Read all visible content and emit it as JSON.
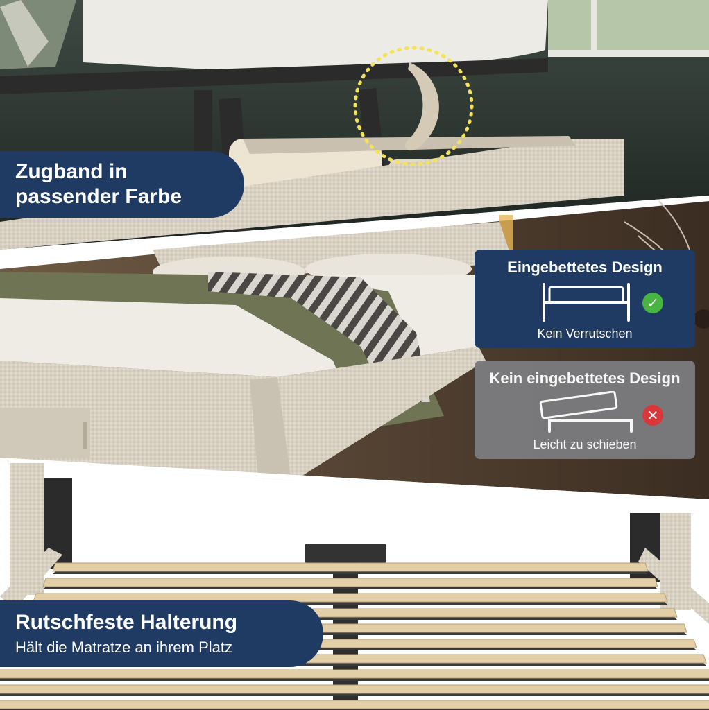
{
  "labels": {
    "drawstring": {
      "line1": "Zugband in",
      "line2": "passender Farbe"
    },
    "antislip": {
      "title": "Rutschfeste Halterung",
      "subtitle": "Hält die Matratze an ihrem Platz"
    }
  },
  "comparison": {
    "embedded": {
      "heading": "Eingebettetes Design",
      "caption": "Kein Verrutschen",
      "status_icon": "check-icon",
      "status_glyph": "✓",
      "status_color": "#48b543"
    },
    "not_embedded": {
      "heading": "Kein eingebettetes Design",
      "caption": "Leicht zu schieben",
      "status_icon": "cross-icon",
      "status_glyph": "✕",
      "status_color": "#e0393c"
    }
  },
  "colors": {
    "label_navy": "#1f3a63",
    "card_gray": "#7b7b7f",
    "fabric_beige": "#d9d2c4",
    "metal_black": "#2b2b2b",
    "slat_wood": "#e2cfa8",
    "highlight_dots": "#f4e25a"
  }
}
